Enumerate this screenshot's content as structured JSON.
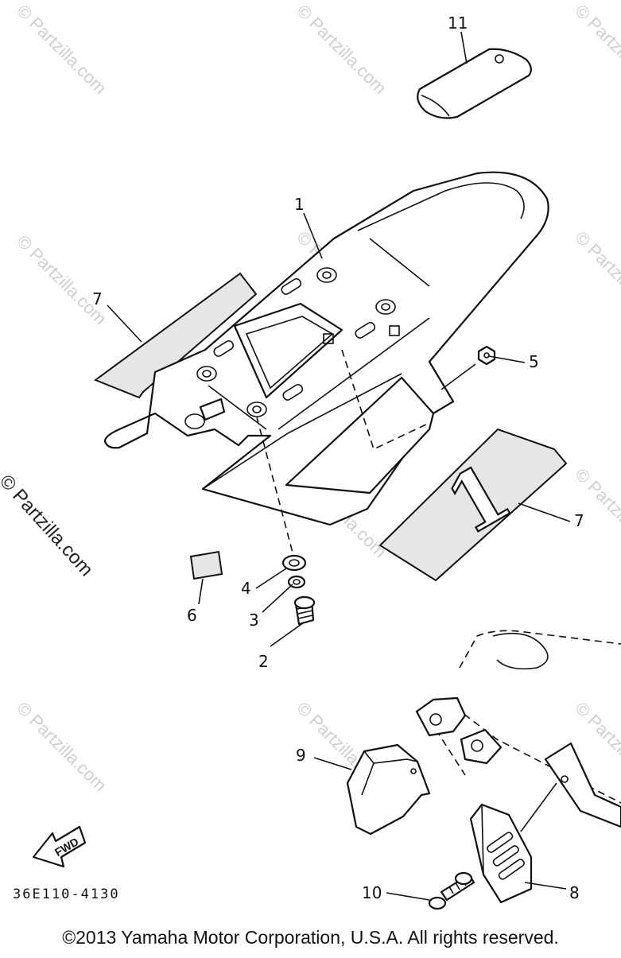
{
  "watermark": "© Partzilla.com",
  "side_watermark": "© Partzilla.com",
  "diagram_code": "36E110-4130",
  "fwd_label": "FWD",
  "decal_number": "1",
  "copyright": "©2013  Yamaha Motor Corporation, U.S.A. All rights reserved.",
  "callouts": {
    "n1": "1",
    "n2": "2",
    "n3": "3",
    "n4": "4",
    "n5": "5",
    "n6": "6",
    "n7a": "7",
    "n7b": "7",
    "n8": "8",
    "n9": "9",
    "n10": "10",
    "n11": "11"
  }
}
